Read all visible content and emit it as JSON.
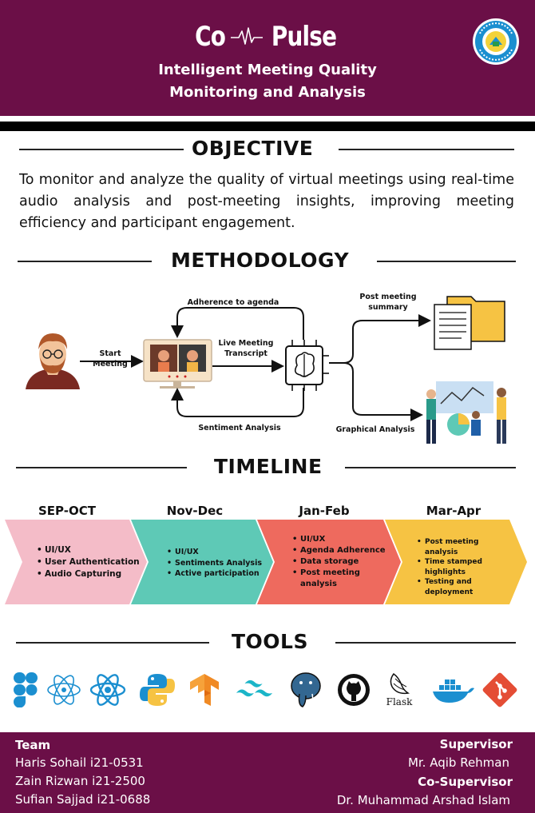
{
  "header": {
    "brand_left": "Co",
    "brand_right": "Pulse",
    "subtitle_line1": "Intelligent Meeting Quality",
    "subtitle_line2": "Monitoring and Analysis",
    "logo_icon": "university-seal-icon",
    "background_color": "#6b0f47"
  },
  "objective": {
    "title": "OBJECTIVE",
    "text": "To monitor and analyze the quality of virtual meetings using real-time audio analysis and post-meeting insights, improving meeting efficiency and participant engagement."
  },
  "methodology": {
    "title": "METHODOLOGY",
    "labels": {
      "start_meeting": "Start Meeting",
      "adherence": "Adherence to agenda",
      "transcript_line1": "Live Meeting",
      "transcript_line2": "Transcript",
      "sentiment": "Sentiment Analysis",
      "summary_line1": "Post meeting",
      "summary_line2": "summary",
      "graphical": "Graphical Analysis"
    },
    "icons": [
      "person-avatar-icon",
      "video-meeting-icon",
      "ai-brain-chip-icon",
      "documents-folder-icon",
      "analytics-team-icon"
    ]
  },
  "timeline": {
    "title": "TIMELINE",
    "phases": [
      {
        "label": "SEP-OCT",
        "color": "#f4bcc8",
        "items": [
          "UI/UX",
          "User Authentication",
          "Audio Capturing"
        ]
      },
      {
        "label": "Nov-Dec",
        "color": "#5ec9b6",
        "items": [
          "UI/UX",
          "Sentiments Analysis",
          "Active participation"
        ]
      },
      {
        "label": "Jan-Feb",
        "color": "#ee6a5e",
        "items": [
          "UI/UX",
          "Agenda Adherence",
          "Data storage",
          "Post meeting analysis"
        ]
      },
      {
        "label": "Mar-Apr",
        "color": "#f6c343",
        "items": [
          "Post meeting analysis",
          "Time stamped highlights",
          "Testing and deployment"
        ]
      }
    ]
  },
  "tools": {
    "title": "TOOLS",
    "icons": [
      "figma-icon",
      "electron-icon",
      "react-icon",
      "python-icon",
      "tensorflow-icon",
      "tailwind-icon",
      "postgresql-icon",
      "github-icon",
      "flask-icon",
      "docker-icon",
      "git-icon"
    ],
    "flask_label": "Flask"
  },
  "footer": {
    "team_label": "Team",
    "team": [
      "Haris Sohail i21-0531",
      "Zain Rizwan i21-2500",
      "Sufian Sajjad i21-0688"
    ],
    "supervisor_label": "Supervisor",
    "supervisor": "Mr. Aqib Rehman",
    "cosupervisor_label": "Co-Supervisor",
    "cosupervisor": "Dr. Muhammad Arshad Islam"
  }
}
